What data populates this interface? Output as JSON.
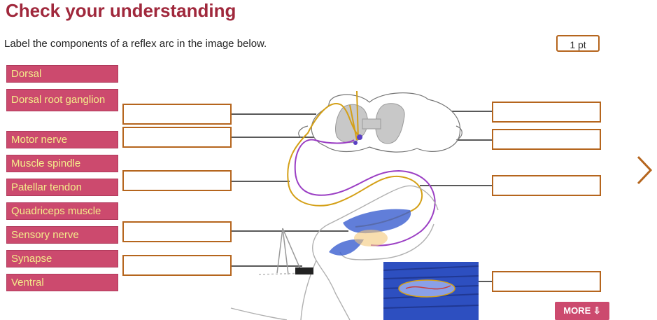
{
  "page": {
    "title": "Check your understanding",
    "instruction": "Label the components of a reflex arc in the image below.",
    "points": "1 pt"
  },
  "labels": [
    "Dorsal",
    "Dorsal root ganglion",
    "Motor nerve",
    "Muscle spindle",
    "Patellar tendon",
    "Quadriceps muscle",
    "Sensory nerve",
    "Synapse",
    "Ventral"
  ],
  "more_button": "MORE",
  "colors": {
    "accent": "#a0283c",
    "chip_bg": "#cc4a6e",
    "chip_text": "#f4ec8a",
    "dropzone_border": "#b5651d",
    "sensory": "#d4a017",
    "motor": "#9b3fc4",
    "muscle": "#3a5fd0"
  }
}
